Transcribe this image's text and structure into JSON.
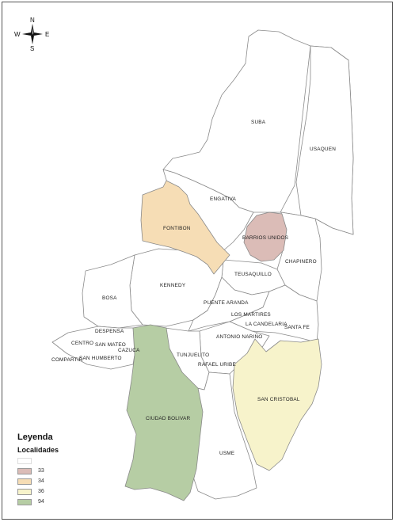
{
  "compass": {
    "n": "N",
    "s": "S",
    "e": "E",
    "w": "W"
  },
  "colors": {
    "outline": "#8a8a8a",
    "plain_fill": "#ffffff",
    "loc_33": "#dbbcb7",
    "loc_34": "#f6ddb5",
    "loc_36": "#f7f3cb",
    "loc_94": "#b6cda4"
  },
  "map": {
    "labels": [
      "SUBA",
      "USAQUEN",
      "ENGATIVA",
      "FONTIBON",
      "BARRIOS UNIDOS",
      "CHAPINERO",
      "TEUSAQUILLO",
      "KENNEDY",
      "BOSA",
      "PUENTE ARANDA",
      "LOS MARTIRES",
      "LA CANDELARIA",
      "SANTA FE",
      "ANTONIO NARIÑO",
      "DESPENSA",
      "CENTRO",
      "SAN MATEO",
      "CAZUCA",
      "COMPARTIR",
      "SAN HUMBERTO",
      "TUNJUELITO",
      "RAFAEL URIBE",
      "CIUDAD BOLIVAR",
      "SAN CRISTOBAL",
      "USME"
    ]
  },
  "legend": {
    "title": "Leyenda",
    "subtitle": "Localidades",
    "items": [
      {
        "label": "33",
        "color": "#dbbcb7"
      },
      {
        "label": "34",
        "color": "#f6ddb5"
      },
      {
        "label": "36",
        "color": "#f7f3cb"
      },
      {
        "label": "94",
        "color": "#b6cda4"
      }
    ],
    "blank_color": "#ffffff"
  }
}
